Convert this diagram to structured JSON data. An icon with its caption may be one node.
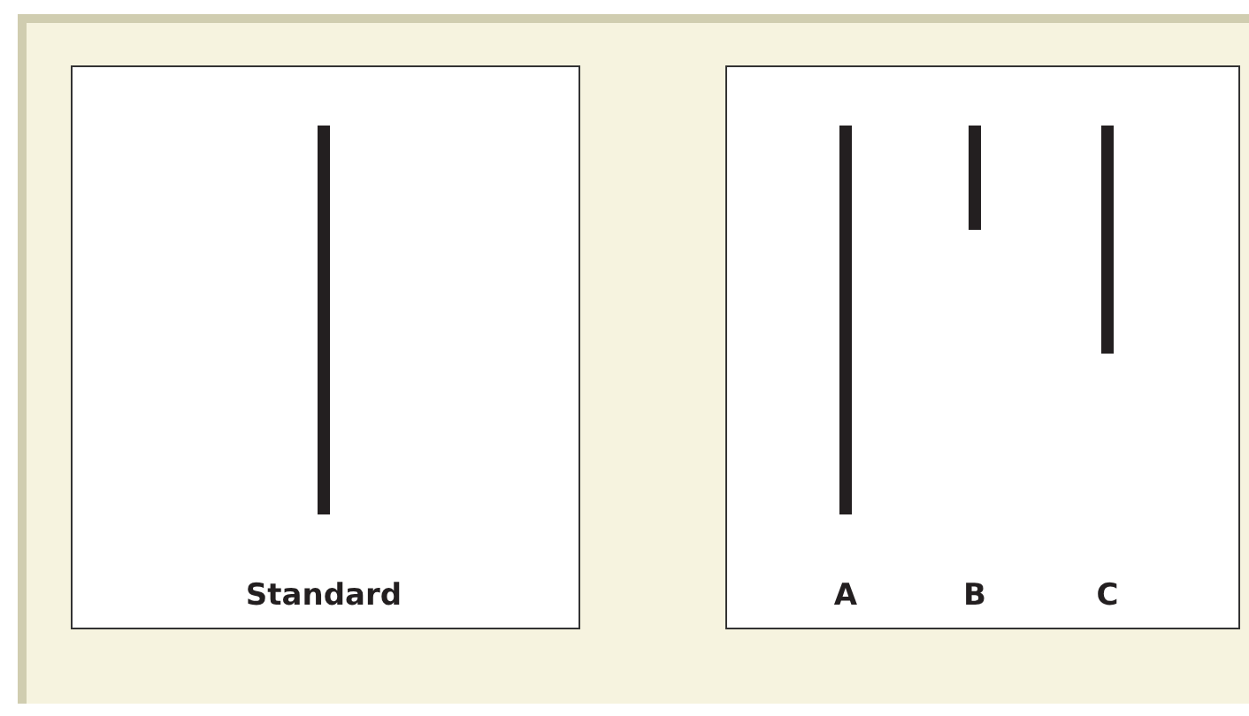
{
  "diagram": {
    "nodes": [
      {
        "text": [
          "Standard"
        ]
      },
      {
        "text": [
          "A",
          "B",
          "C"
        ]
      }
    ]
  }
}
